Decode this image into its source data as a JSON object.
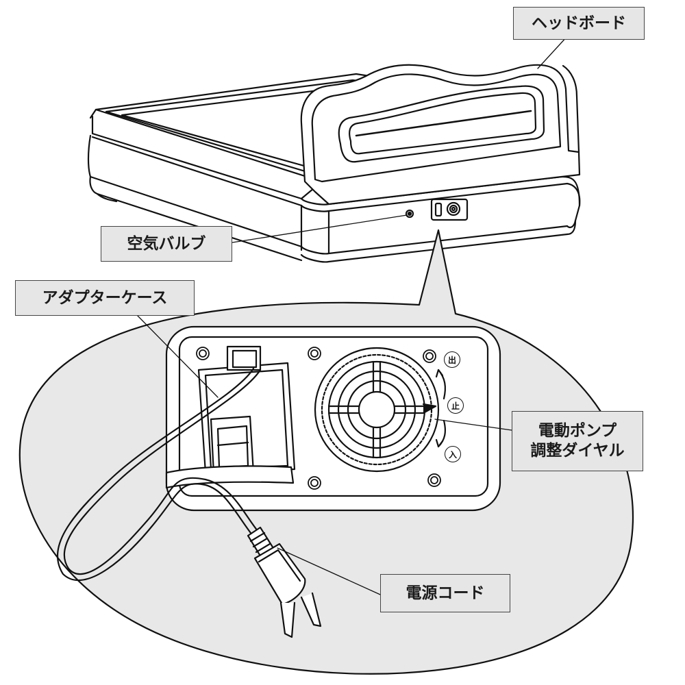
{
  "labels": {
    "headboard": "ヘッドボード",
    "air_valve": "空気バルブ",
    "adapter_case": "アダプターケース",
    "pump_dial_line1": "電動ポンプ",
    "pump_dial_line2": "調整ダイヤル",
    "power_cord": "電源コード"
  },
  "dial_marks": {
    "out": "出",
    "stop": "止",
    "in": "入"
  }
}
